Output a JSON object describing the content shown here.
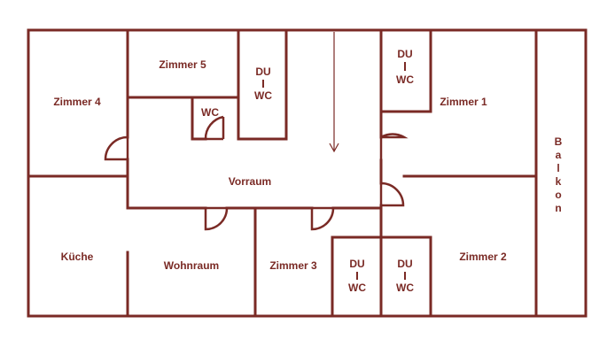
{
  "floorplan": {
    "rooms": {
      "zimmer4": "Zimmer 4",
      "zimmer5": "Zimmer 5",
      "zimmer1": "Zimmer 1",
      "zimmer2": "Zimmer 2",
      "zimmer3": "Zimmer 3",
      "kueche": "Küche",
      "wohnraum": "Wohnraum",
      "vorraum": "Vorraum",
      "wc": "WC"
    },
    "bathroom": {
      "top": "DU",
      "bottom": "WC"
    },
    "balkon_letters": [
      "B",
      "a",
      "l",
      "k",
      "o",
      "n"
    ],
    "colors": {
      "wall": "#7a2a25",
      "background": "#ffffff"
    }
  }
}
